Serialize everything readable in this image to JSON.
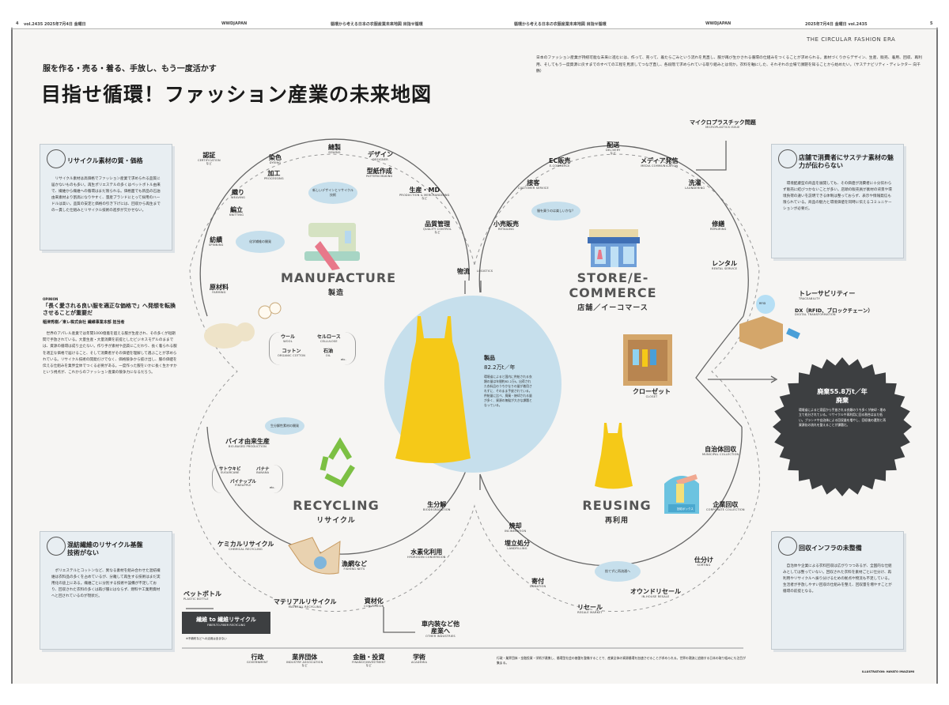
{
  "header": {
    "left_page": "4",
    "right_page": "5",
    "items": [
      "vol.2435 2025年7月4日 金曜日",
      "WWDJAPAN",
      "循環から考える日本の衣服産業未来地図 目指せ循環",
      "循環から考える日本の衣服産業未来地図 目指せ循環",
      "WWDJAPAN",
      "2025年7月4日 金曜日 vol.2435"
    ],
    "section": "THE CIRCULAR FASHION ERA"
  },
  "title": {
    "kicker": "服を作る・売る・着る、手放し、もう一度活かす",
    "main": "目指せ循環！ファッション産業の未来地図"
  },
  "intro": "日本のファッション産業が持続可能な未来に進むには、作って、売って、着たらごみという流れを見直し、服が再び生かされる循環の仕組みをつくることが求められる。素材づくりからデザイン、生産、販売、着用、回収、再利用、そしてもう一度資源に戻すまでのすべての工程を見渡してつなぎ直し、各段階で求められている取り組みとは何か。衣料を軸にした、それぞれの立場で課題を知ることから始めたい。（サステナビリティ・ディレクター 向千鶴）",
  "cards": [
    {
      "title": "リサイクル素材の質・価格",
      "body": "リサイクル素材は高価格でファッション産業で求められる品質に届かないものも多い。再生ポリエステルの多くはペットボトル由来で、繊維から繊維への循環はまだ限られる。価格面でも新品の石油由来素材より割高になりやすく、量産ブランドにとって採用のハードルは高い。品質の安定と価格の引き下げには、回収から再生までの一貫した仕組みとリサイクル技術の進歩が欠かせない。"
    },
    {
      "title": "店舗で消費者にサステナ素材の魅力が伝わらない",
      "body": "環境配慮型の商品を展開しても、その価値が消費者に十分伝わらず販売に結びつかないことが多い。店頭の販売員が素材の背景や環境負荷の違いを説明できる体制は整っておらず、表示や情報発信も限られている。商品の魅力と環境価値を同時に伝えるコミュニケーションが必要だ。"
    },
    {
      "title": "混紡繊維のリサイクル基盤技術がない",
      "body": "ポリエステルとコットンなど、異なる素材を組み合わせた混紡繊維は衣料品の多くを占めているが、分離して再生する技術はまだ実用化の途上にある。繊維ごとに分別する技術や設備が不足しており、回収された衣料の多くは再び服にはならず、燃料や工業用資材へと回されているのが現状だ。"
    },
    {
      "title": "回収インフラの未整備",
      "body": "自治体や企業による衣料回収は広がりつつあるが、全国的な仕組みとしては整っていない。回収された衣料を素材ごとに仕分け、再利用やリサイクルへ振り分けるための拠点や物流も不足している。生活者が手放しやすい回収の仕組みを整え、回収量を増やすことが循環の前提となる。"
    }
  ],
  "opinion": {
    "label": "OPINION",
    "title": "「長く愛される良い服を適正な価格で」へ発想を転換させることが重要だ",
    "byline": "稲津秀樹／東レ株式会社 繊維事業本部 担当者",
    "body": "世界のアパレル産業では年間1000億着を超える服が生産され、その多くが短期間で手放されている。大量生産・大量消費を前提としたビジネスモデルのままでは、資源の循環は成り立たない。作り手が素材や品質にこだわり、長く着られる服を適正な価格で届けること、そして消費者がその価値を理解して選ぶことが求められている。リサイクル技術の開発だけでなく、価格競争から抜け出し、服の価値を伝える仕組みを業界全体でつくる必要がある。一度作った服をいかに長く生かすかという視点が、これからのファッション産業の競争力になるだろう。"
  },
  "manufacture": {
    "title": "MANUFACTURE",
    "subtitle": "製造",
    "steps": [
      {
        "jp": "認証",
        "en": "CERTIFICATION",
        "note": "など"
      },
      {
        "jp": "染色",
        "en": "DYEING"
      },
      {
        "jp": "加工",
        "en": "PROCESSING"
      },
      {
        "jp": "縫製",
        "en": "SEWING"
      },
      {
        "jp": "デザイン",
        "en": "DESIGNER"
      },
      {
        "jp": "型紙作成",
        "en": "PATTERN MAKING"
      },
      {
        "jp": "生産・MD",
        "en": "PRODUCTION & MERCHANDISING",
        "note": "など"
      },
      {
        "jp": "品質管理",
        "en": "QUALITY CONTROL",
        "note": "など"
      },
      {
        "jp": "織り",
        "en": "WEAVING"
      },
      {
        "jp": "編立",
        "en": "KNITTING"
      },
      {
        "jp": "紡績",
        "en": "SPINNING"
      },
      {
        "jp": "原材料",
        "en": "FARMING"
      }
    ],
    "bubbles": [
      "新しいデザインとリサイクル技術",
      "化学繊維の開発"
    ],
    "materials": [
      {
        "jp": "ウール",
        "en": "WOOL"
      },
      {
        "jp": "セルロース",
        "en": "CELLULOSE"
      },
      {
        "jp": "コットン",
        "en": "ORGANIC COTTON"
      },
      {
        "jp": "石油",
        "en": "OIL"
      }
    ],
    "etc": "etc."
  },
  "logistics": {
    "jp": "物流",
    "en": "LOGISTICS"
  },
  "store": {
    "title": "STORE/E-COMMERCE",
    "subtitle": "店舗／イーコマース",
    "steps": [
      {
        "jp": "配送",
        "en": "DELIVERY",
        "note": "など"
      },
      {
        "jp": "EC販売",
        "en": "E-COMMERCE"
      },
      {
        "jp": "メディア発信",
        "en": "MEDIA COMMUNICATION"
      },
      {
        "jp": "接客",
        "en": "CUSTOMER SERVICE"
      },
      {
        "jp": "洗濯",
        "en": "LAUNDERING"
      },
      {
        "jp": "小売販売",
        "en": "RETAILING"
      },
      {
        "jp": "修繕",
        "en": "REPAIRING"
      },
      {
        "jp": "レンタル",
        "en": "RENTAL SERVICE"
      }
    ],
    "bubble": "服を買うのは楽しいかな？"
  },
  "microplastics": {
    "jp": "マイクロプラスチック問題",
    "en": "MICROPLASTICS ISSUE"
  },
  "product": {
    "label": "製品",
    "amount": "82.2万t／年",
    "body": "環境省によると国内に供給される衣類の量は年間約82.2万t。出荷された衣料品のうちかなりの量が着用されずに、そのまま手放されている。供給量に比べ、廃棄・焼却される量が多く、資源の無駄が大きな課題となっている。"
  },
  "closet": {
    "jp": "クローゼット",
    "en": "CLOSET"
  },
  "traceability": {
    "jp": "トレーサビリティー",
    "en": "TRACEABILITY",
    "dx_jp": "DX（RFID、ブロックチェーン）",
    "dx_en": "DIGITAL TRANSFORMATION",
    "tag": "RFID"
  },
  "waste": {
    "amount": "廃棄55.8万t／年",
    "label": "廃棄",
    "body": "環境省によると家庭から手放される衣類のうち多くが焼却・埋め立て処分されている。リサイクルや再利用に回る割合はまだ低い。ブランドや自治体による回収量を増やし、回収後の選別と再資源化の流れを整えることが課題だ。"
  },
  "recycling": {
    "title": "RECYCLING",
    "subtitle": "リサイクル",
    "bubble": "生分解性素材の開発",
    "steps": [
      {
        "jp": "バイオ由来生産",
        "en": "BIO-BASED PRODUCTION"
      },
      {
        "jp": "ケミカルリサイクル",
        "en": "CHEMICAL RECYCLING"
      },
      {
        "jp": "漁網など",
        "en": "FISHING NETS"
      },
      {
        "jp": "マテリアルリサイクル",
        "en": "MATERIAL RECYCLING"
      },
      {
        "jp": "生分解",
        "en": "BIODEGRADATION"
      },
      {
        "jp": "水素化利用",
        "en": "HYDROGEN CONVERSION"
      },
      {
        "jp": "資材化",
        "en": "CONVERSION"
      },
      {
        "jp": "車内装など他産業へ",
        "en": "OTHER INDUSTRIES"
      },
      {
        "jp": "ペットボトル",
        "en": "PLASTIC BOTTLE"
      }
    ],
    "bio": [
      {
        "jp": "サトウキビ",
        "en": "SUGARCANE"
      },
      {
        "jp": "バナナ",
        "en": "BANANA"
      },
      {
        "jp": "パイナップル",
        "en": "PINEAPPLE"
      }
    ],
    "etc": "etc.",
    "f2f": {
      "jp": "繊維 to 繊維リサイクル",
      "en": "FIBER-TO-FIBER RECYCLING",
      "note": "※不織布などへの活用は含まない"
    }
  },
  "reusing": {
    "title": "REUSING",
    "subtitle": "再利用",
    "bubble": "捨てずに再流通へ",
    "box_label": "回収ボックス",
    "steps": [
      {
        "jp": "自治体回収",
        "en": "MUNICIPAL COLLECTION"
      },
      {
        "jp": "企業回収",
        "en": "CORPORATE COLLECTION"
      },
      {
        "jp": "仕分け",
        "en": "SORTING"
      },
      {
        "jp": "オウンドリセール",
        "en": "IN-HOUSE RESALE"
      },
      {
        "jp": "リセール",
        "en": "RESALE MARKET"
      },
      {
        "jp": "寄付",
        "en": "DONATION"
      },
      {
        "jp": "焼却",
        "en": "INCINERATION"
      },
      {
        "jp": "埋立処分",
        "en": "LANDFILLING"
      }
    ]
  },
  "stakeholders": [
    {
      "jp": "行政",
      "en": "GOVERNMENT"
    },
    {
      "jp": "業界団体",
      "en": "INDUSTRY ASSOCIATION",
      "note": "など"
    },
    {
      "jp": "金融・投資",
      "en": "FINANCE/INVESTMENT",
      "note": "など"
    },
    {
      "jp": "学術",
      "en": "ACADEMIA"
    }
  ],
  "footnote": "行政・業界団体・金融投資・学術が連携し、循環型社会の基盤を整備することで、産業全体の資源循環を加速させることが求められる。世界の潮流に追随する日本の取り組みにも注目が集まる。",
  "credit": "ILLUSTRATION: HAYATO IMAIZUMI",
  "colors": {
    "bg": "#f6f5f3",
    "lightblue": "#c6dfec",
    "dress": "#f5c918",
    "dark": "#3d3f41",
    "card": "#e8eef2"
  }
}
